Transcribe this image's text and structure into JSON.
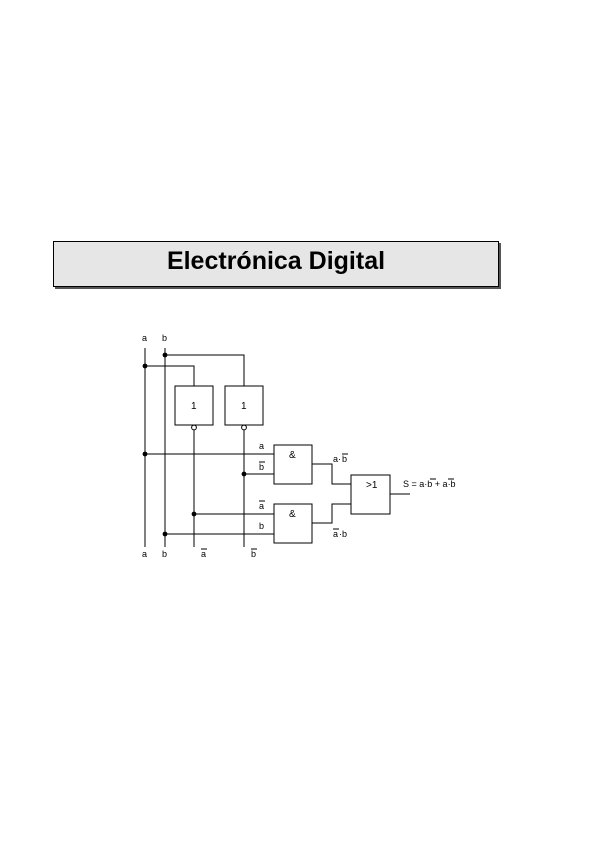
{
  "header": {
    "title": "Electrónica Digital"
  },
  "circuit": {
    "inputs": {
      "a": "a",
      "b": "b"
    },
    "bottom_labels": {
      "a": "a",
      "b": "b",
      "not_a": "a",
      "not_b": "b"
    },
    "not_gates": {
      "gate1": "1",
      "gate2": "1"
    },
    "and_gates": {
      "and1": "&",
      "and2": "&"
    },
    "or_gate": {
      "label": ">1"
    },
    "and1_inputs": {
      "in1": "a",
      "in2": "b"
    },
    "and2_inputs": {
      "in1": "a",
      "in2": "b"
    },
    "term1": {
      "left": "a·",
      "right": "b"
    },
    "term2": {
      "left": "a",
      "right": "·b"
    },
    "output": {
      "prefix": "S = a·",
      "b_bar": "b",
      "plus": " + ",
      "a_bar": "a",
      "suffix": "·b"
    }
  }
}
